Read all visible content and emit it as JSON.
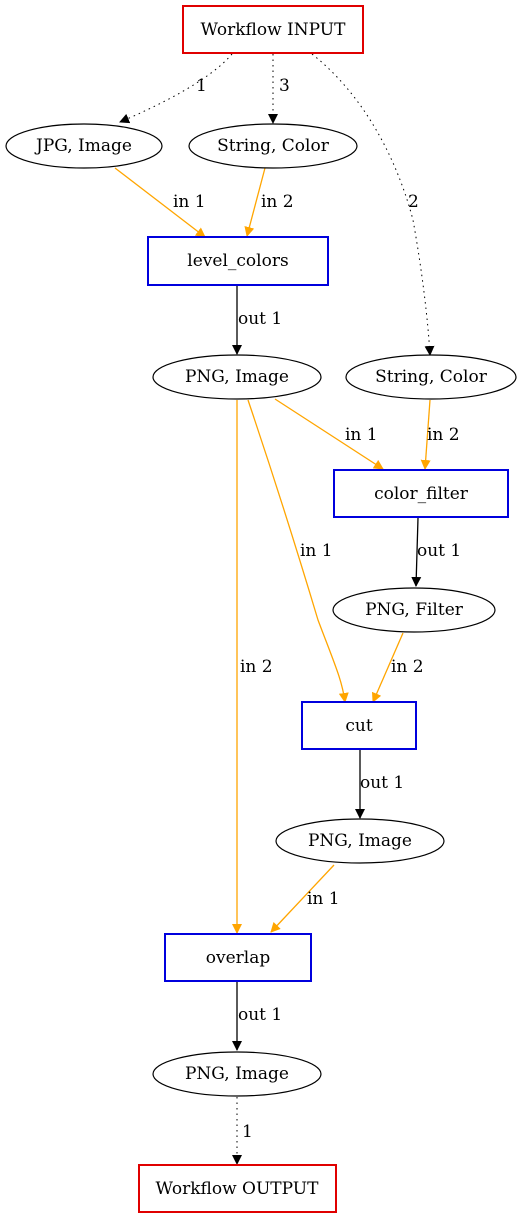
{
  "colors": {
    "io_border": "#e00000",
    "tool_border": "#0000dd",
    "data_edge": "#ffa500",
    "control_edge": "#000000"
  },
  "nodes": {
    "workflow_input": "Workflow INPUT",
    "jpg_image": "JPG, Image",
    "string_color_1": "String, Color",
    "level_colors": "level_colors",
    "png_image_1": "PNG, Image",
    "string_color_2": "String, Color",
    "color_filter": "color_filter",
    "png_filter": "PNG, Filter",
    "cut": "cut",
    "png_image_2": "PNG, Image",
    "overlap": "overlap",
    "png_image_3": "PNG, Image",
    "workflow_output": "Workflow OUTPUT"
  },
  "edges": {
    "input_to_jpg": "1",
    "input_to_color1": "3",
    "input_to_color2": "2",
    "jpg_to_level": "in 1",
    "color1_to_level": "in 2",
    "level_out": "out 1",
    "png1_to_filter": "in 1",
    "color2_to_filter": "in 2",
    "filter_out": "out 1",
    "png1_to_cut": "in 1",
    "pngfilter_to_cut": "in 2",
    "png1_to_overlap": "in 2",
    "cut_out": "out 1",
    "png2_to_overlap": "in 1",
    "overlap_out": "out 1",
    "png3_to_output": "1"
  }
}
